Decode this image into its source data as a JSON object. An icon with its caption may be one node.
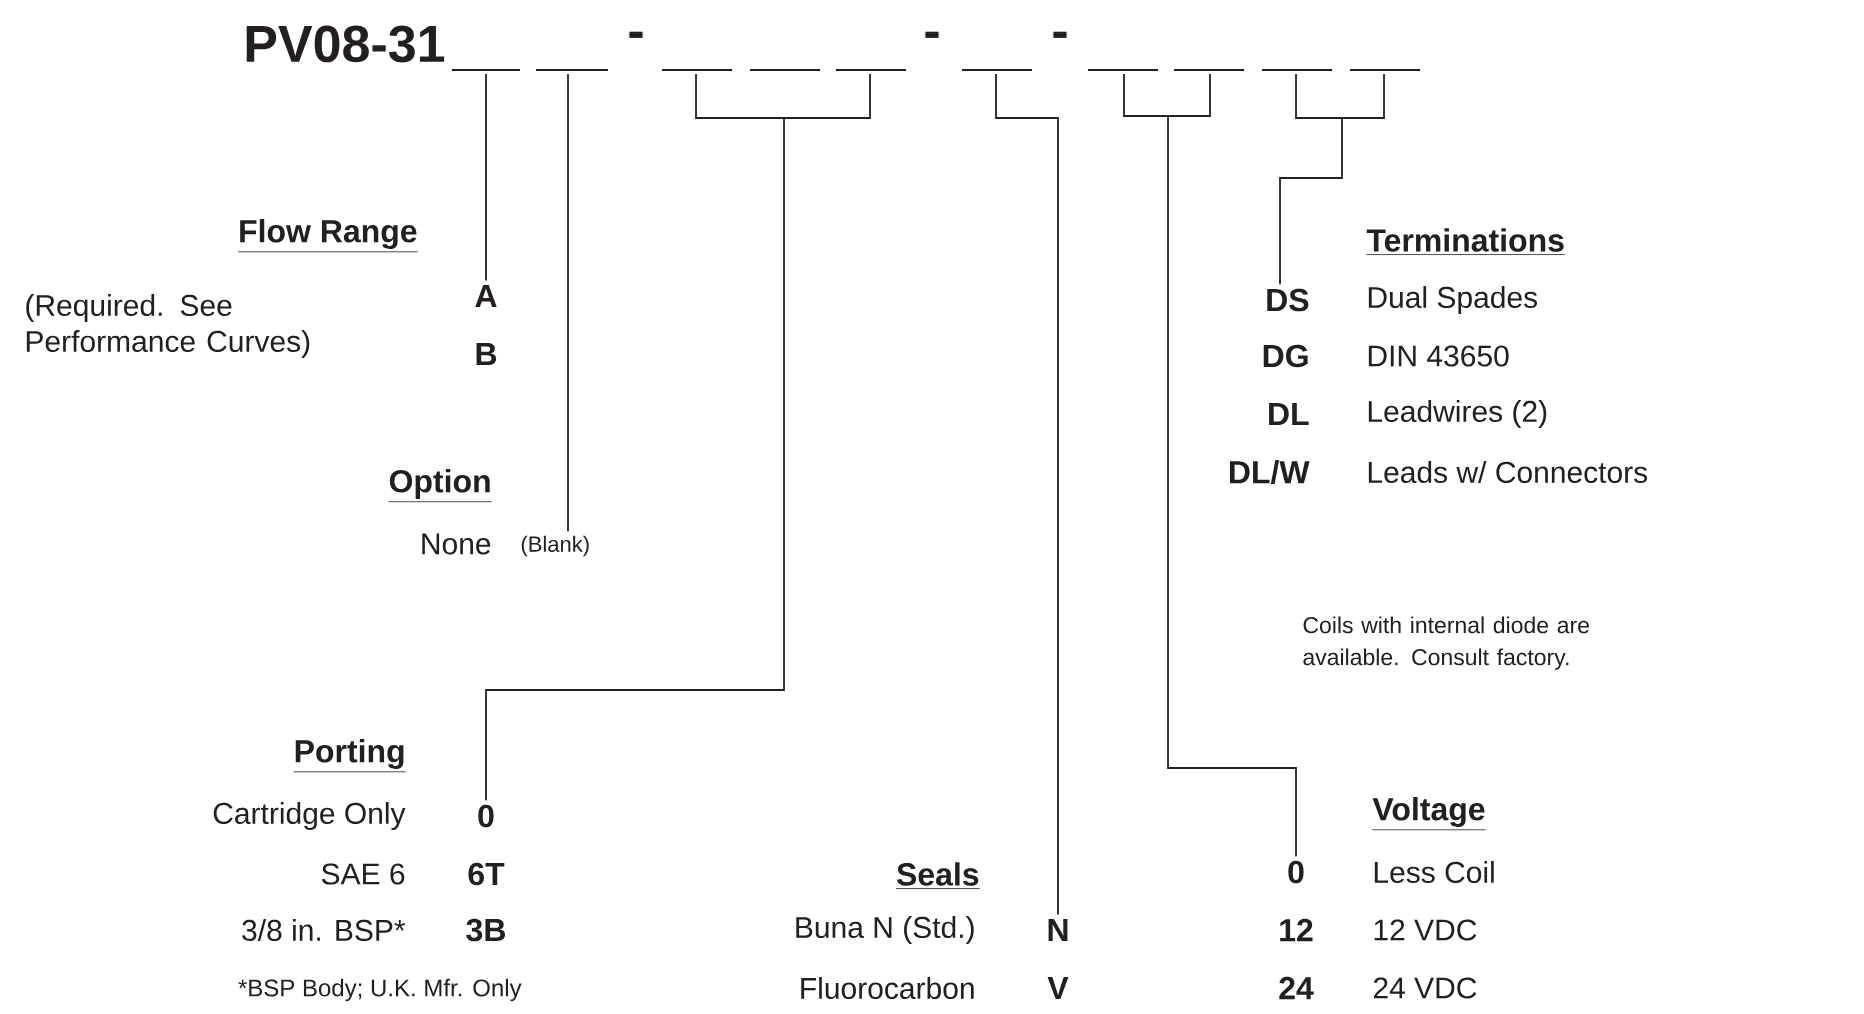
{
  "diagram": {
    "title": "PV08-31",
    "nodes": [
      {
        "text": [
          "Flow Range",
          "(Required. See Performance Curves)",
          "A",
          "B"
        ]
      },
      {
        "text": [
          "Option",
          "None",
          "(Blank)"
        ]
      },
      {
        "text": [
          "Porting",
          "Cartridge Only",
          "0",
          "SAE 6",
          "6T",
          "3/8 in. BSP*",
          "3B",
          "*BSP Body; U.K. Mfr. Only"
        ]
      },
      {
        "text": [
          "Seals",
          "Buna N (Std.)",
          "N",
          "Fluorocarbon",
          "V"
        ]
      },
      {
        "text": [
          "Voltage",
          "0",
          "Less Coil",
          "12",
          "12 VDC",
          "24",
          "24 VDC"
        ]
      },
      {
        "text": [
          "Terminations",
          "DS",
          "Dual Spades",
          "DG",
          "DIN 43650",
          "DL",
          "Leadwires (2)",
          "DL/W",
          "Leads w/ Connectors"
        ]
      }
    ],
    "edges": [
      {
        "from": null,
        "to": 0,
        "arrow": "none"
      },
      {
        "from": null,
        "to": 1,
        "arrow": "none"
      },
      {
        "from": null,
        "to": 2,
        "arrow": "none"
      },
      {
        "from": null,
        "to": 3,
        "arrow": "none"
      },
      {
        "from": null,
        "to": 4,
        "arrow": "none"
      },
      {
        "from": null,
        "to": 5,
        "arrow": "none"
      }
    ],
    "labels": [
      "-",
      "-",
      "-",
      "Coils with internal diode are available. Consult factory."
    ]
  }
}
